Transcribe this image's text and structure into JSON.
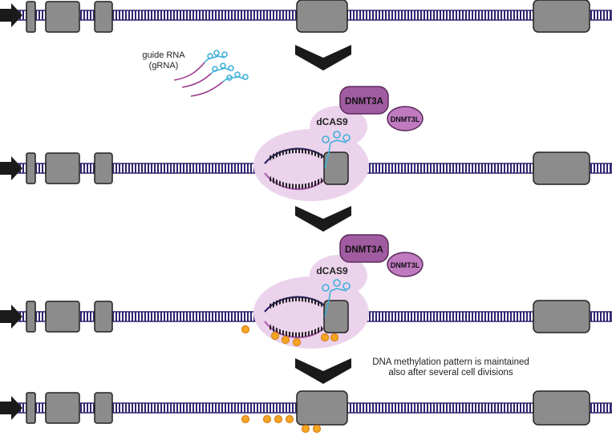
{
  "labels": {
    "guide_rna_line1": "guide RNA",
    "guide_rna_line2": "(gRNA)",
    "dnmt3a": "DNMT3A",
    "dnmt3l": "DNMT3L",
    "dcas9": "dCAS9",
    "methylation_line1": "DNA methylation pattern is maintained",
    "methylation_line2": "also after several cell divisions"
  },
  "colors": {
    "dna_strand": "#2e2470",
    "exon_fill": "#8c8c8c",
    "arrow": "#1a1a1a",
    "dnmt3a_fill": "#a15ba0",
    "dnmt3l_fill": "#c07ac0",
    "dcas9_fill": "#ecd3ec",
    "grna": "#3fb0d8",
    "grna_tail": "#9c3b8f",
    "methyl_dot": "#f5a623",
    "methyl_outline": "#d9801a"
  }
}
